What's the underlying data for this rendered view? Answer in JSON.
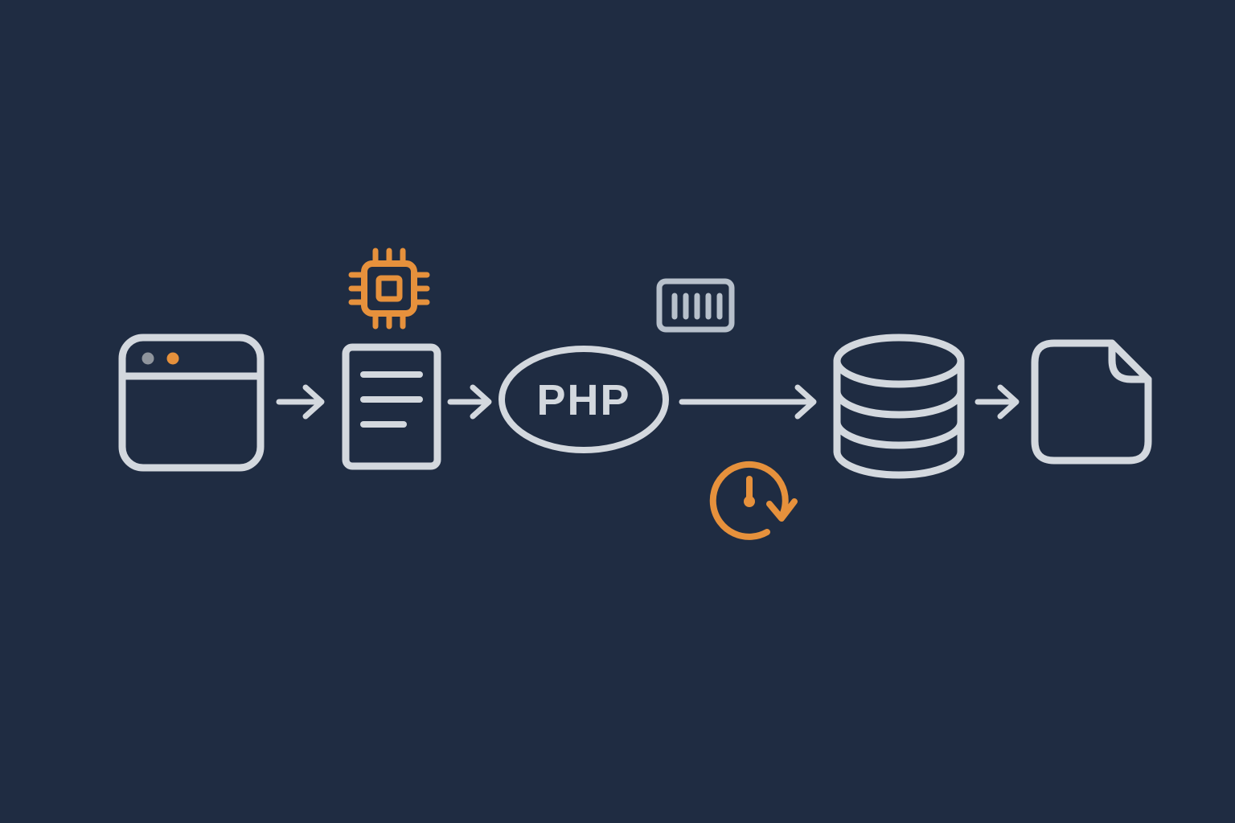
{
  "diagram": {
    "type": "flow-diagram",
    "php_label": "PHP",
    "nodes": [
      {
        "name": "browser-window",
        "role": "request source"
      },
      {
        "name": "script-document",
        "role": "server script"
      },
      {
        "name": "php-engine",
        "label": "PHP"
      },
      {
        "name": "database",
        "role": "storage"
      },
      {
        "name": "output-file",
        "role": "result document"
      }
    ],
    "accents": [
      {
        "name": "cpu-chip",
        "color": "orange"
      },
      {
        "name": "memory-module",
        "color": "gray"
      },
      {
        "name": "clock-history",
        "color": "orange"
      }
    ],
    "arrows": 4
  },
  "colors": {
    "bg": "#1f2c42",
    "icon": "#d3d8de",
    "icon-muted": "#b7c0cb",
    "accent": "#e6913c",
    "dot-gray": "#8f959d"
  }
}
